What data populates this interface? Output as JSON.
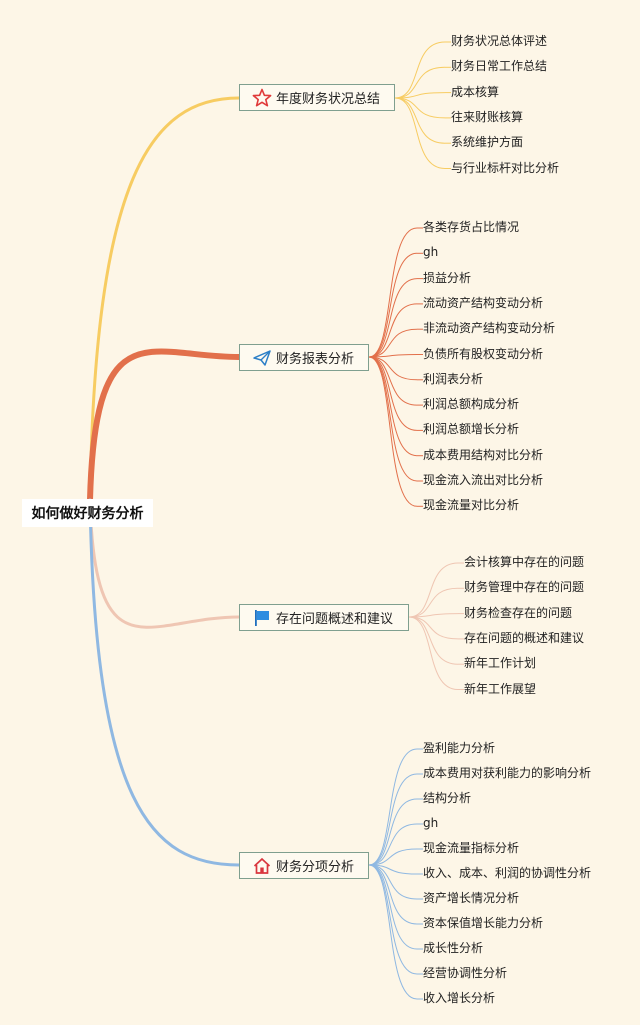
{
  "root": {
    "label": "如何做好财务分析"
  },
  "branches": [
    {
      "label": "年度财务状况总结",
      "icon": "star-icon",
      "color": "#f7cc62",
      "leaves": [
        "财务状况总体评述",
        "财务日常工作总结",
        "成本核算",
        "往来财账核算",
        "系统维护方面",
        "与行业标杆对比分析"
      ]
    },
    {
      "label": "财务报表分析",
      "icon": "paper-plane-icon",
      "color": "#e2704b",
      "leaves": [
        "各类存货占比情况",
        "gh",
        "损益分析",
        "流动资产结构变动分析",
        "非流动资产结构变动分析",
        "负债所有股权变动分析",
        "利润表分析",
        "利润总额构成分析",
        "利润总额增长分析",
        "成本费用结构对比分析",
        "现金流入流出对比分析",
        "现金流量对比分析"
      ]
    },
    {
      "label": "存在问题概述和建议",
      "icon": "flag-icon",
      "color": "#efc6b3",
      "leaves": [
        "会计核算中存在的问题",
        "财务管理中存在的问题",
        "财务检查存在的问题",
        "存在问题的概述和建议",
        "新年工作计划",
        "新年工作展望"
      ]
    },
    {
      "label": "财务分项分析",
      "icon": "house-icon",
      "color": "#8fb8e2",
      "leaves": [
        "盈利能力分析",
        "成本费用对获利能力的影响分析",
        "结构分析",
        "gh",
        "现金流量指标分析",
        "收入、成本、利润的协调性分析",
        "资产增长情况分析",
        "资本保值增长能力分析",
        "成长性分析",
        "经营协调性分析",
        "收入增长分析"
      ]
    }
  ]
}
